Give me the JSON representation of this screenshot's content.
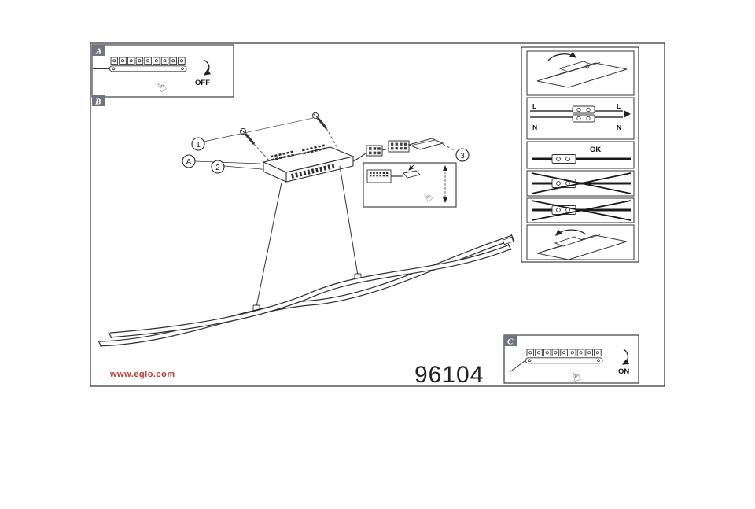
{
  "document": {
    "model_number": "96104",
    "website": "www.eglo.com",
    "accent_red": "#c23a2b",
    "line_color": "#2b2b2b"
  },
  "panels": {
    "a": {
      "label": "A",
      "switch_state": "OFF"
    },
    "b": {
      "label": "B"
    },
    "c": {
      "label": "C",
      "switch_state": "ON"
    }
  },
  "callouts": {
    "one": "1",
    "two": "2",
    "a": "A",
    "three": "3"
  },
  "wiring_panel": {
    "left_live": "L",
    "left_neutral": "N",
    "right_live": "L",
    "right_neutral": "N",
    "ok_label": "OK"
  },
  "icons": {
    "pointing_hand": "☞"
  }
}
